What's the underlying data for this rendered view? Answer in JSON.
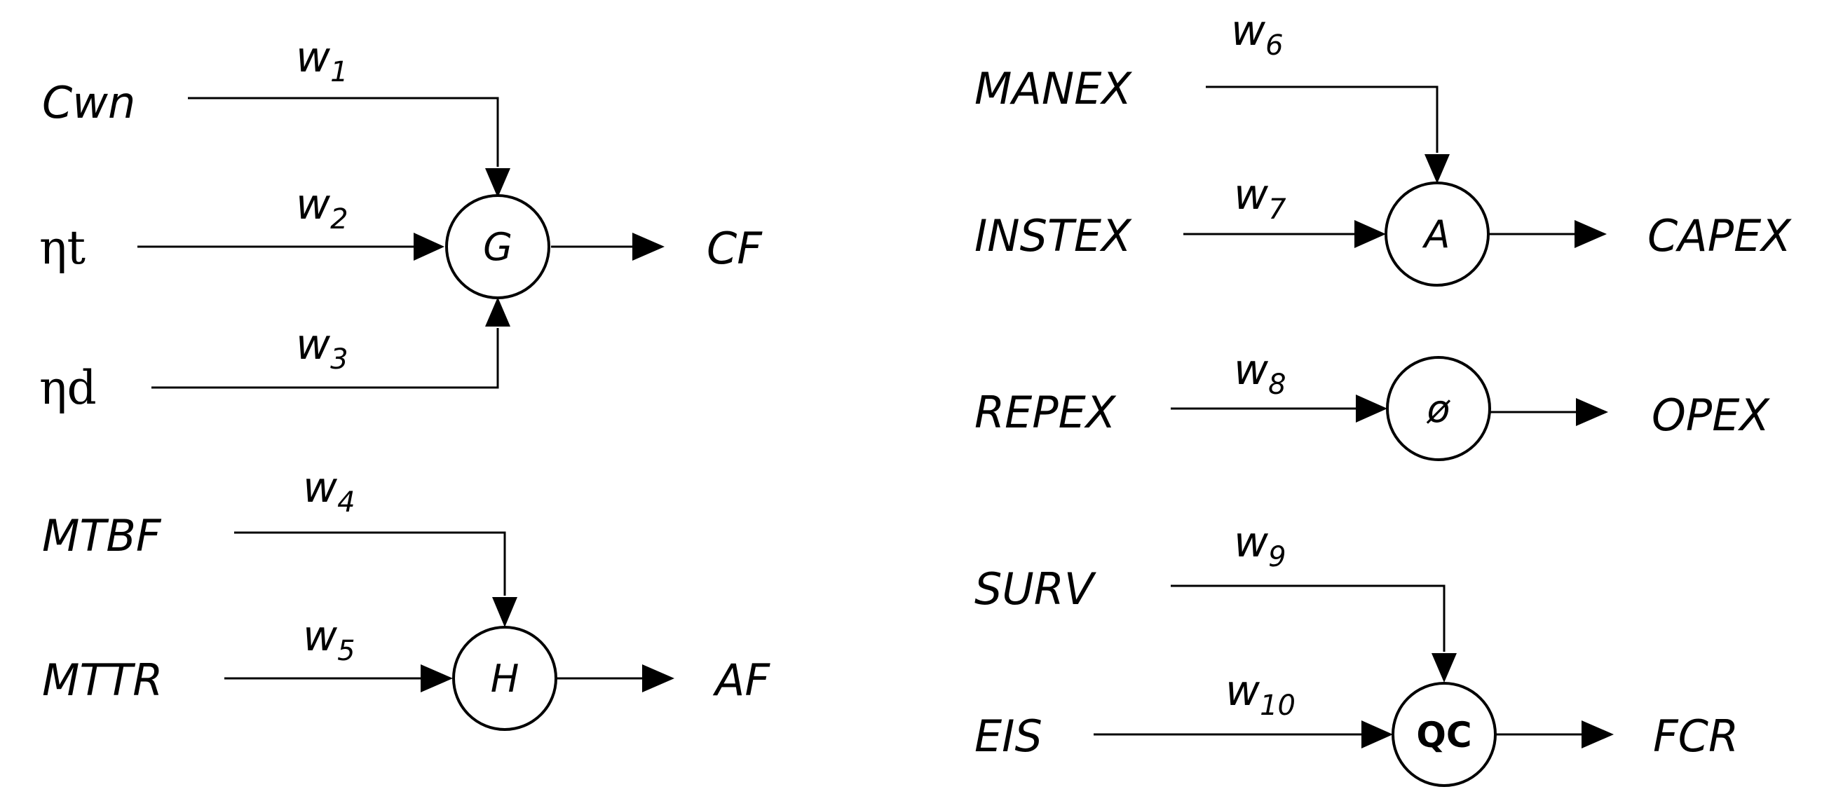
{
  "inputs": {
    "cwn": "Cwn",
    "eta_t": "ηt",
    "eta_d": "ηd",
    "mtbf": "MTBF",
    "mttr": "MTTR",
    "manex": "MANEX",
    "instex": "INSTEX",
    "repex": "REPEX",
    "surv": "SURV",
    "eis": "EIS"
  },
  "weights": {
    "w1": {
      "base": "w",
      "sub": "1"
    },
    "w2": {
      "base": "w",
      "sub": "2"
    },
    "w3": {
      "base": "w",
      "sub": "3"
    },
    "w4": {
      "base": "w",
      "sub": "4"
    },
    "w5": {
      "base": "w",
      "sub": "5"
    },
    "w6": {
      "base": "w",
      "sub": "6"
    },
    "w7": {
      "base": "w",
      "sub": "7"
    },
    "w8": {
      "base": "w",
      "sub": "8"
    },
    "w9": {
      "base": "w",
      "sub": "9"
    },
    "w10": {
      "base": "w",
      "sub": "10"
    }
  },
  "nodes": {
    "g": "G",
    "h": "H",
    "a": "A",
    "phi": "ø",
    "qc": "QC"
  },
  "outputs": {
    "cf": "CF",
    "af": "AF",
    "capex": "CAPEX",
    "opex": "OPEX",
    "fcr": "FCR"
  }
}
